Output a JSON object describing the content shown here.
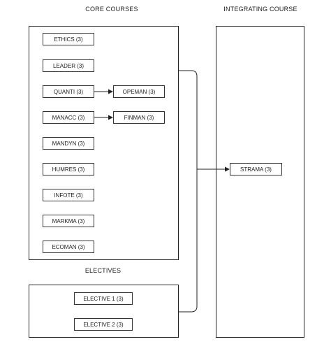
{
  "headings": {
    "core": "CORE COURSES",
    "integrating": "INTEGRATING COURSE",
    "electives": "ELECTIVES"
  },
  "core_courses": [
    "ETHICS (3)",
    "LEADER (3)",
    "QUANTI (3)",
    "MANACC (3)",
    "MANDYN (3)",
    "HUMRES (3)",
    "INFOTE (3)",
    "MARKMA (3)",
    "ECOMAN (3)"
  ],
  "follow_on_courses": [
    "OPEMAN (3)",
    "FINMAN (3)"
  ],
  "integrating_course": "STRAMA (3)",
  "electives": [
    "ELECTIVE 1 (3)",
    "ELECTIVE 2 (3)"
  ]
}
